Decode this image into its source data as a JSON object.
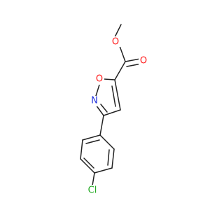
{
  "molecule": {
    "colors": {
      "bond": "#222222",
      "oxygen": "#ff1a1a",
      "nitrogen": "#2233dd",
      "chlorine": "#22aa22",
      "background": "#ffffff"
    },
    "atoms": {
      "ring_oxygen": "O",
      "ring_nitrogen": "N",
      "carbonyl_oxygen": "O",
      "ester_oxygen": "O",
      "chlorine": "Cl"
    }
  }
}
